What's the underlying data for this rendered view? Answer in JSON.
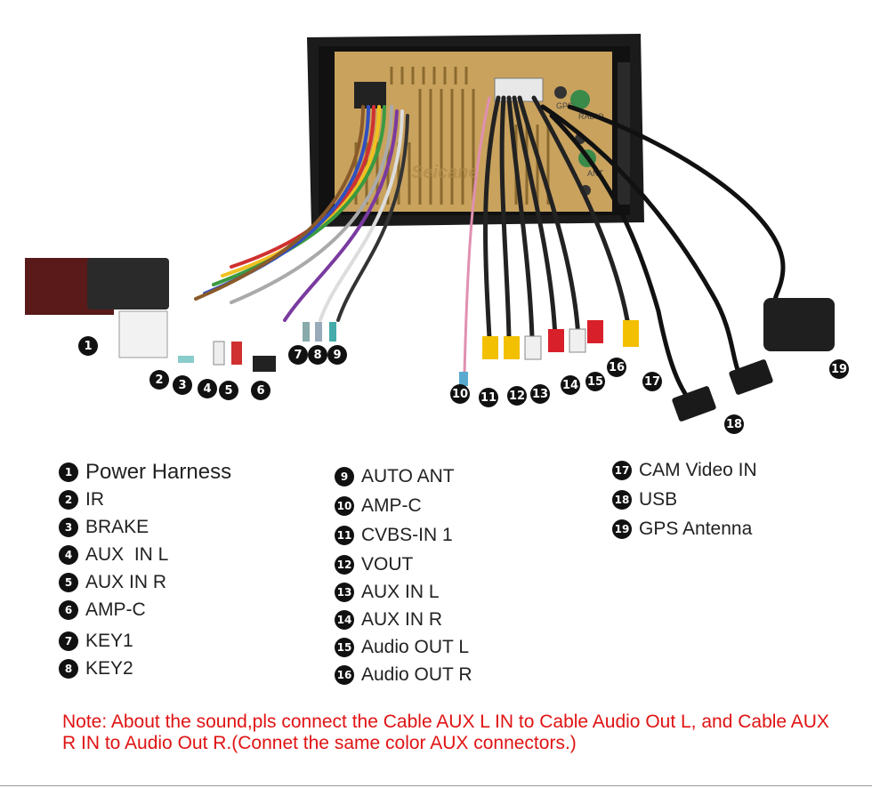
{
  "device": {
    "labels": [
      "GPS",
      "RADIO",
      "ANT"
    ],
    "watermark": "Seicane"
  },
  "callouts": [
    "1",
    "2",
    "3",
    "4",
    "5",
    "6",
    "7",
    "8",
    "9",
    "10",
    "11",
    "12",
    "13",
    "14",
    "15",
    "16",
    "17",
    "18",
    "19"
  ],
  "legend": {
    "col1": [
      {
        "num": "1",
        "label": "Power Harness"
      },
      {
        "num": "2",
        "label": "IR"
      },
      {
        "num": "3",
        "label": "BRAKE"
      },
      {
        "num": "4",
        "label": "AUX  IN L"
      },
      {
        "num": "5",
        "label": "AUX IN R"
      },
      {
        "num": "6",
        "label": "AMP-C"
      },
      {
        "num": "7",
        "label": "KEY1"
      },
      {
        "num": "8",
        "label": "KEY2"
      }
    ],
    "col2": [
      {
        "num": "9",
        "label": "AUTO ANT"
      },
      {
        "num": "10",
        "label": "AMP-C"
      },
      {
        "num": "11",
        "label": "CVBS-IN 1"
      },
      {
        "num": "12",
        "label": "VOUT"
      },
      {
        "num": "13",
        "label": "AUX IN L"
      },
      {
        "num": "14",
        "label": "AUX IN R"
      },
      {
        "num": "15",
        "label": "Audio OUT L"
      },
      {
        "num": "16",
        "label": "Audio OUT R"
      }
    ],
    "col3": [
      {
        "num": "17",
        "label": "CAM Video IN"
      },
      {
        "num": "18",
        "label": "USB"
      },
      {
        "num": "19",
        "label": "GPS Antenna"
      }
    ]
  },
  "note": "Note: About the sound,pls connect the Cable AUX L IN to Cable Audio Out L, and Cable AUX R IN to Audio Out R.(Connet the same color AUX connectors.)",
  "colors": {
    "note": "#e01313",
    "badge": "#111111",
    "panel": "#c9a25e",
    "frame": "#1a1a1a"
  }
}
